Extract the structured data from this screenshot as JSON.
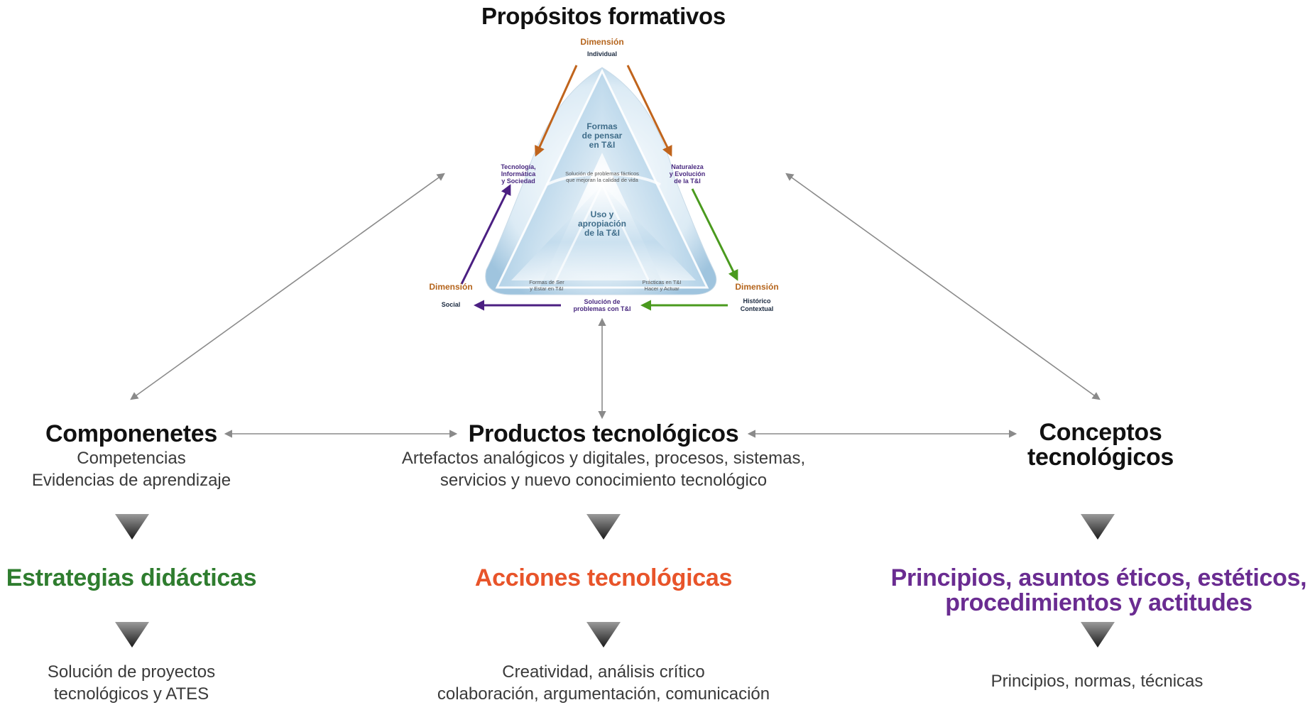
{
  "header": {
    "title": "Propósitos formativos"
  },
  "triangle": {
    "dim_individual_title": "Dimensión",
    "dim_individual_sub": "Individual",
    "dim_social_title": "Dimensión",
    "dim_social_sub": "Social",
    "dim_historico_title": "Dimensión",
    "dim_historico_sub_1": "Histórico",
    "dim_historico_sub_2": "Contextual",
    "center_top": [
      "Formas",
      "de pensar",
      "en T&I"
    ],
    "center_middle": [
      "Uso y",
      "apropiación",
      "de la T&I"
    ],
    "left_vertex": [
      "Tecnología,",
      "Informática",
      "y Sociedad"
    ],
    "right_vertex": [
      "Naturaleza",
      "y Evolución",
      "de la T&I"
    ],
    "bottom_vertex": [
      "Solución de",
      "problemas con T&I"
    ],
    "top_band": [
      "Solución de problemas fácticos",
      "que mejoran la calidad de vida"
    ],
    "bottom_left_band": [
      "Formas de Ser",
      "y Estar en T&I"
    ],
    "bottom_right_band": [
      "Prácticas en T&I",
      "Hacer y Actuar"
    ]
  },
  "left_column": {
    "title": "Componenetes",
    "lines": [
      "Competencias",
      "Evidencias de aprendizaje"
    ],
    "colored_title": "Estrategias didácticas",
    "bottom_lines": [
      "Solución de proyectos",
      "tecnológicos y ATES"
    ]
  },
  "center_column": {
    "title": "Productos tecnológicos",
    "lines": [
      "Artefactos analógicos y digitales, procesos, sistemas,",
      "servicios y nuevo conocimiento tecnológico"
    ],
    "colored_title": "Acciones tecnológicas",
    "bottom_lines": [
      "Creatividad, análisis crítico",
      "colaboración, argumentación, comunicación"
    ]
  },
  "right_column": {
    "title_lines": [
      "Conceptos",
      "tecnológicos"
    ],
    "colored_title_lines": [
      "Principios, asuntos éticos, estéticos,",
      "procedimientos y actitudes"
    ],
    "bottom_lines": [
      "Principios, normas, técnicas"
    ]
  },
  "colors": {
    "green": "#2f7d2f",
    "orange": "#e8542a",
    "purple": "#6a2c91",
    "dimension_brown": "#b5651d",
    "arrow_gray": "#8a8a8a",
    "triangle_blue": "#3f6d8a",
    "vertex_purple": "#4a2a80",
    "arrow_orange": "#c0641c",
    "arrow_green": "#4a9a1e",
    "arrow_purple": "#4b1f82"
  }
}
